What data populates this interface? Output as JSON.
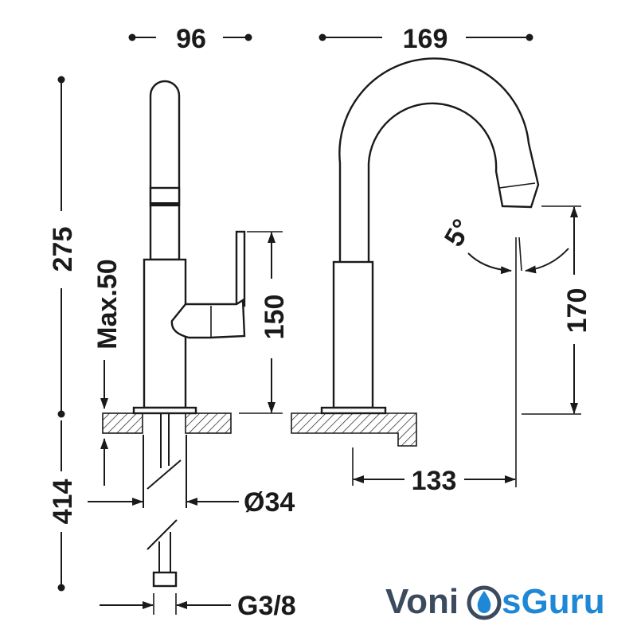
{
  "dimensions": {
    "width_side": "96",
    "width_front": "169",
    "height_total": "275",
    "max_deck": "Max.50",
    "hose_length": "414",
    "handle_height": "150",
    "spout_height": "170",
    "spout_reach": "133",
    "angle": "5°",
    "diameter": "Ø34",
    "thread": "G3/8"
  },
  "logo": {
    "part1": "Voni",
    "part2": "sGuru"
  },
  "colors": {
    "line": "#1a1a1a",
    "logo_dark": "#3b4a5e",
    "logo_blue": "#1e88d6"
  }
}
